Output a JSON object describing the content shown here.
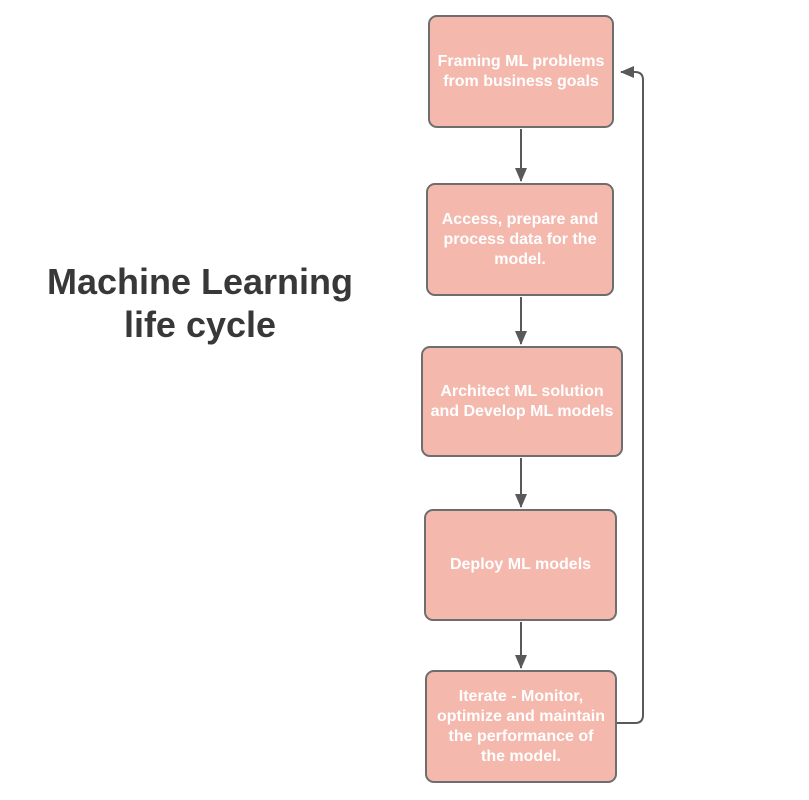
{
  "diagram": {
    "title": "Machine Learning\nlife cycle",
    "nodes": [
      {
        "id": "framing",
        "label": "Framing ML problems\nfrom business goals"
      },
      {
        "id": "data-prep",
        "label": "Access, prepare and\nprocess data for the\nmodel."
      },
      {
        "id": "architect",
        "label": "Architect ML solution\nand Develop ML models"
      },
      {
        "id": "deploy",
        "label": "Deploy ML models"
      },
      {
        "id": "iterate",
        "label": "Iterate - Monitor,\noptimize and maintain\nthe performance of\nthe model."
      }
    ],
    "edges": [
      {
        "from": "framing",
        "to": "data-prep"
      },
      {
        "from": "data-prep",
        "to": "architect"
      },
      {
        "from": "architect",
        "to": "deploy"
      },
      {
        "from": "deploy",
        "to": "iterate"
      },
      {
        "from": "iterate",
        "to": "framing",
        "type": "feedback-loop"
      }
    ],
    "colors": {
      "node_fill": "#f4b8ad",
      "node_border": "#6e6e6e",
      "node_text": "#ffffff",
      "arrow": "#595959",
      "title_text": "#383838",
      "background": "#ffffff"
    }
  }
}
